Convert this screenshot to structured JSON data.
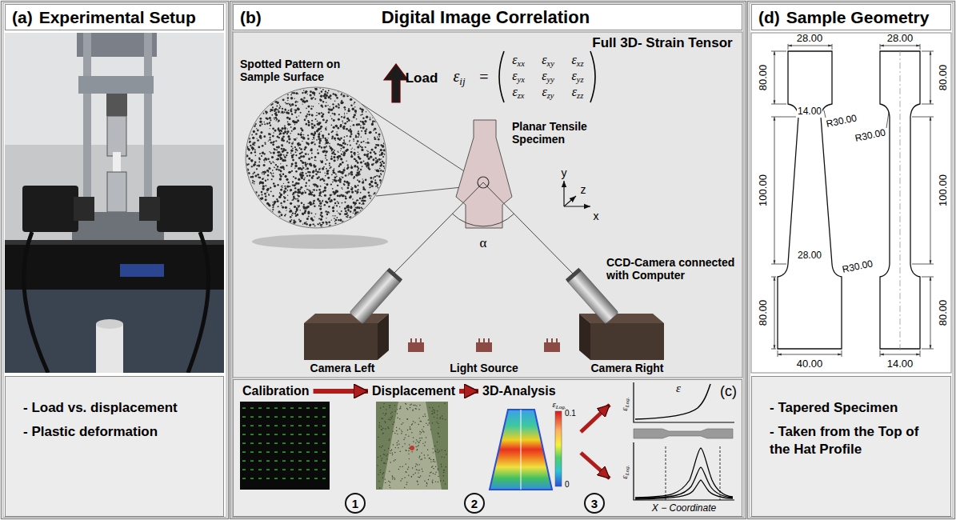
{
  "diagram": {
    "nodes": [
      {
        "text": [
          "(a)",
          "Experimental Setup"
        ]
      },
      {
        "text": [
          "- Load vs. displacement",
          "- Plastic deformation"
        ]
      },
      {
        "text": [
          "(b)",
          "Digital Image Correlation"
        ]
      },
      {
        "text": [
          "(c)"
        ]
      },
      {
        "text": [
          "Calibration"
        ],
        "in": 3
      },
      {
        "text": [
          "Displacement"
        ],
        "in": 3
      },
      {
        "text": [
          "3D-Analysis"
        ],
        "in": 3
      },
      {
        "text": [
          "1"
        ],
        "in": 3
      },
      {
        "text": [
          "2"
        ],
        "in": 3
      },
      {
        "text": [
          "3"
        ],
        "in": 3
      },
      {
        "text": [
          "(d)",
          "Sample Geometry"
        ]
      },
      {
        "text": [
          "- Tapered Specimen",
          "- Taken from the Top of the Hat Profile"
        ]
      }
    ],
    "edges": [
      {
        "from": 4,
        "to": 5,
        "arrow": "to"
      },
      {
        "from": 5,
        "to": 6,
        "arrow": "to"
      }
    ],
    "labels": [
      "Full 3D- Strain Tensor",
      "Load",
      "εij",
      "=",
      "εxx",
      "εxy",
      "εxz",
      "εyx",
      "εyy",
      "εyz",
      "εzx",
      "εzy",
      "εzz",
      "Spotted Pattern on Sample Surface",
      "Planar Tensile Specimen",
      "y",
      "z",
      "x",
      "α",
      "CCD-Camera connected with Computer",
      "Camera Left",
      "Light Source",
      "Camera Right",
      "εLog.",
      "0.1",
      "0",
      "ε",
      "εLog.",
      "εLog.",
      "X − Coordinate",
      "28.00",
      "28.00",
      "80.00",
      "80.00",
      "14.00",
      "R30.00",
      "R30.00",
      "100.00",
      "100.00",
      "28.00",
      "R30.00",
      "80.00",
      "80.00",
      "40.00",
      "14.00"
    ]
  }
}
